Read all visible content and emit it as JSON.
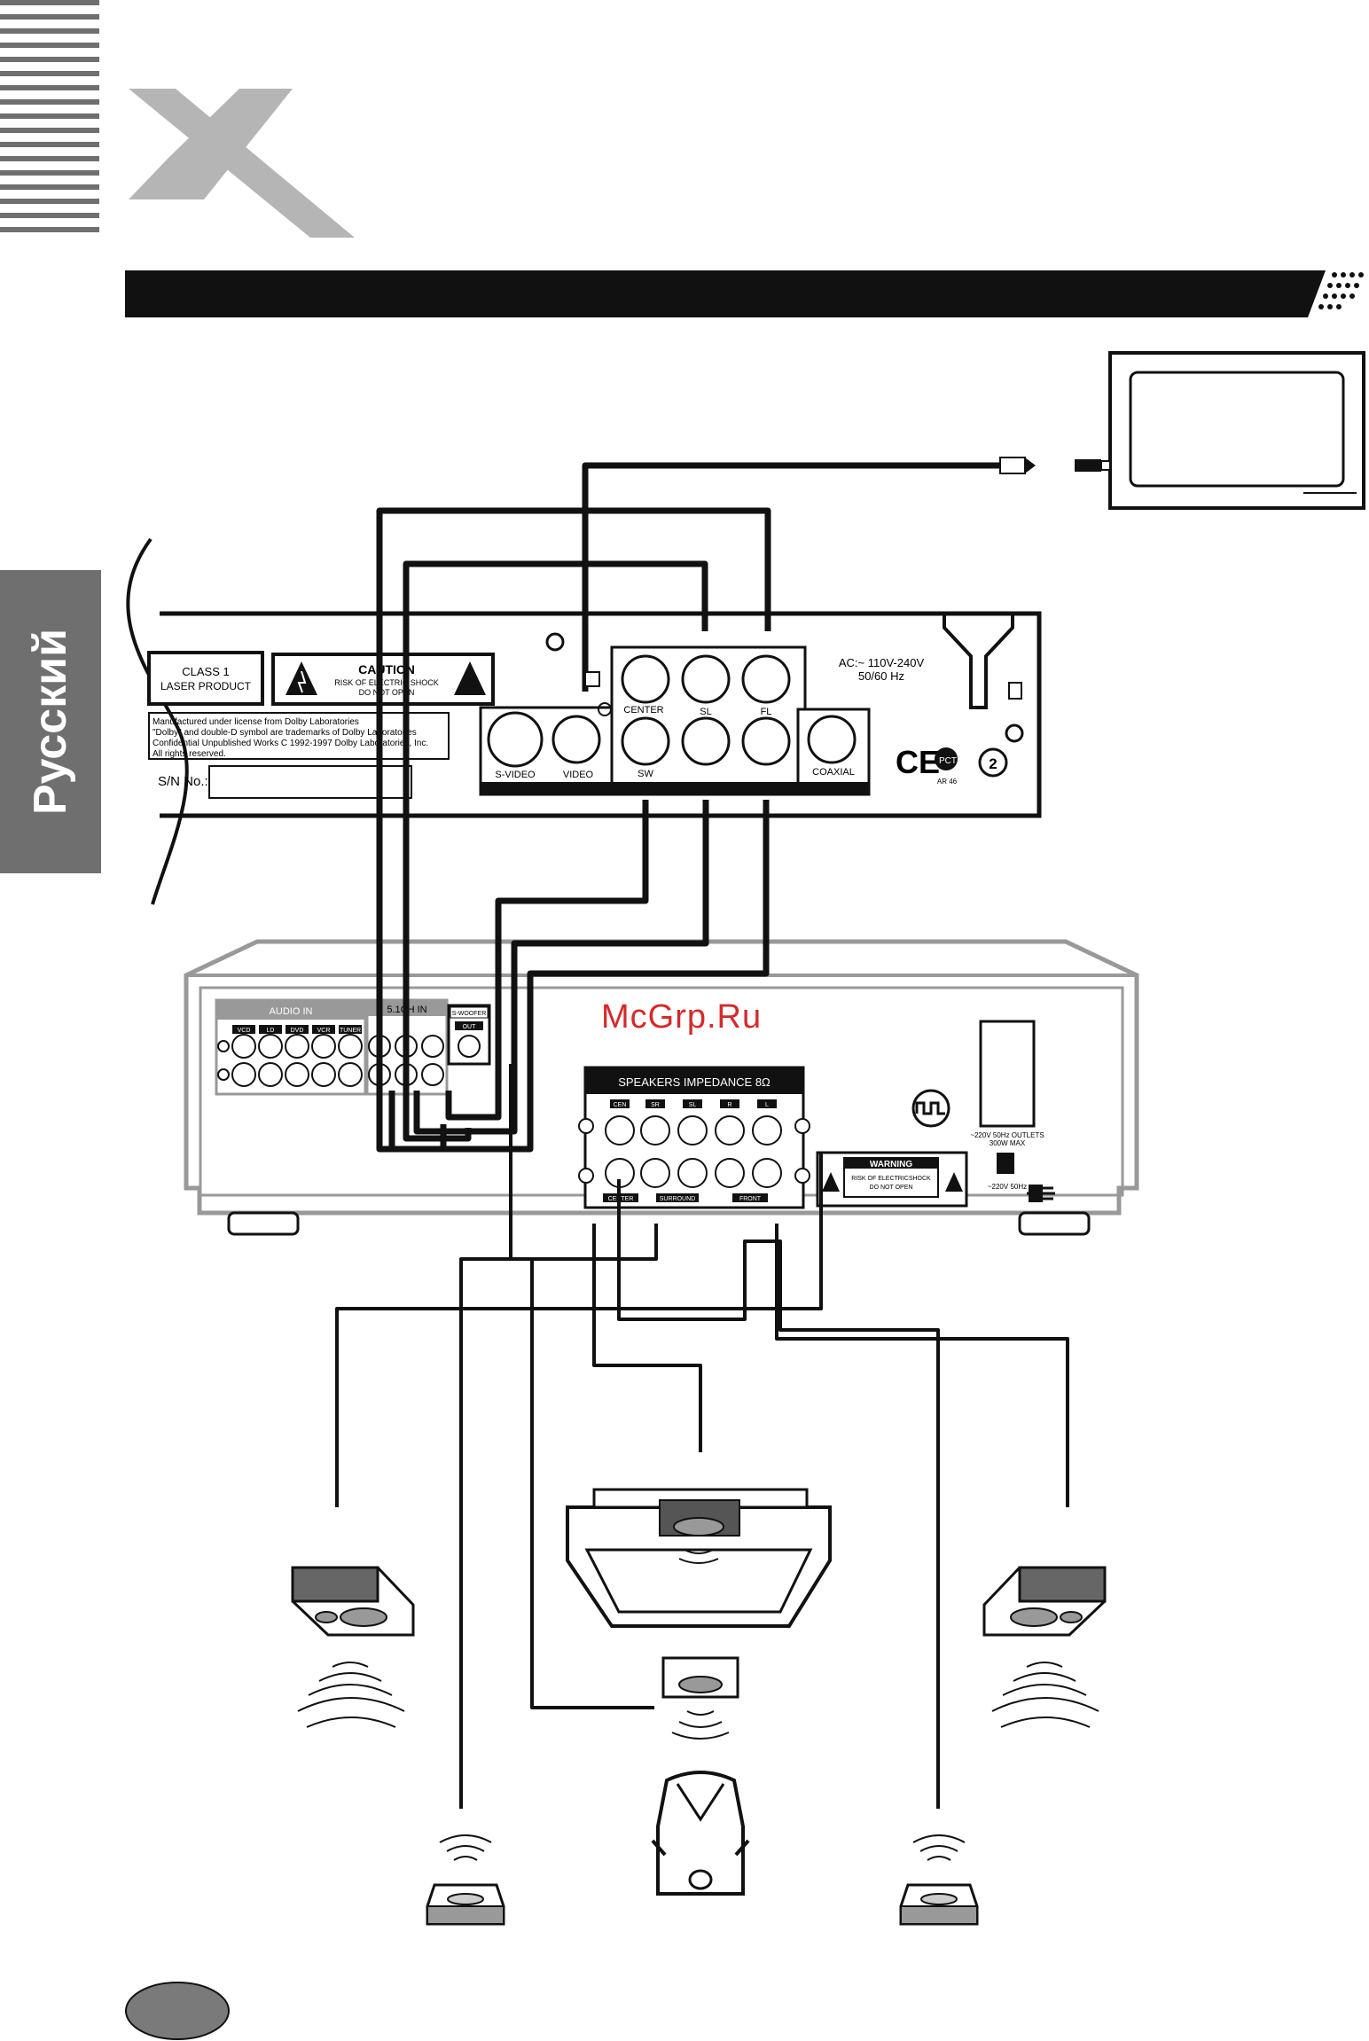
{
  "language_tab": "Русский",
  "watermark": "McGrp.Ru",
  "dvd_player": {
    "class_label_line1": "CLASS 1",
    "class_label_line2": "LASER PRODUCT",
    "caution_title": "CAUTION",
    "caution_line1": "RISK OF ELECTRIC SHOCK",
    "caution_line2": "DO NOT OPEN",
    "dolby_line1": "Manufactured under license from Dolby Laboratories",
    "dolby_line2": "\"Dolby\" and double-D symbol are trademarks of Dolby Laboratories",
    "dolby_line3": "Confidential Unpublished Works C 1992-1997 Dolby Laboratories, Inc.",
    "dolby_line4": "All rights reserved.",
    "serial_label": "S/N No.:",
    "svideo_label": "S-VIDEO",
    "video_label": "VIDEO",
    "center_label": "CENTER",
    "sl_label": "SL",
    "fl_label": "FL",
    "sw_label": "SW",
    "coaxial_label": "COAXIAL",
    "power_line1": "AC:~ 110V-240V",
    "power_line2": "50/60 Hz",
    "ce_mark": "CE",
    "pct_mark": "PCT",
    "ar_code": "AR 46",
    "region_code": "2"
  },
  "amplifier": {
    "audio_in_label": "AUDIO IN",
    "inputs": [
      "VCD",
      "LD",
      "DVD",
      "VCR",
      "TUNER"
    ],
    "input_51_label": "5.1CH IN",
    "subwoofer_label": "S-WOOFER",
    "out_label": "OUT",
    "speakers_label": "SPEAKERS IMPEDANCE 8Ω",
    "speaker_channels": [
      "CEN",
      "SR",
      "SL",
      "R",
      "L"
    ],
    "center_group": "CENTER",
    "surround_group": "SURROUND",
    "front_group": "FRONT",
    "warning_title": "WARNING",
    "warning_line1": "RISK OF ELECTRICSHOCK",
    "warning_line2": "DO NOT OPEN",
    "power_line1": "~220V 50Hz OUTLETS",
    "power_line2": "300W MAX",
    "power_in": "~220V 50Hz"
  },
  "icons": [
    "x-logo-icon",
    "tv-icon",
    "speaker-icon",
    "subwoofer-icon",
    "listener-icon",
    "ce-icon",
    "warning-triangle-icon",
    "plug-icon",
    "page-number-oval-icon"
  ]
}
